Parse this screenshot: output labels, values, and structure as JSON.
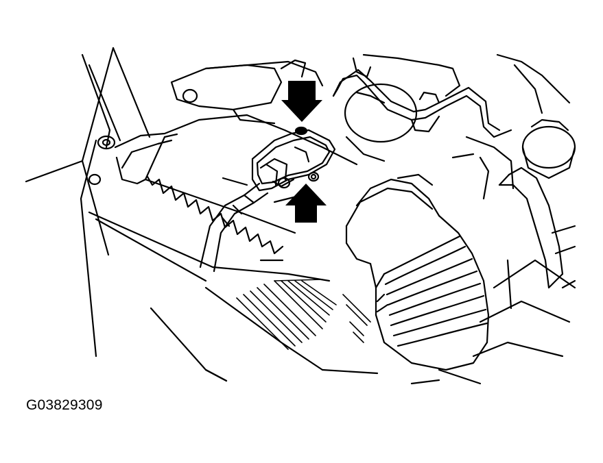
{
  "figure": {
    "id_label": "G03829309",
    "line_color": "#000000",
    "background_color": "#ffffff"
  },
  "callouts": [
    {
      "name": "arrow-down-icon",
      "direction": "down"
    },
    {
      "name": "arrow-up-icon",
      "direction": "up"
    }
  ]
}
